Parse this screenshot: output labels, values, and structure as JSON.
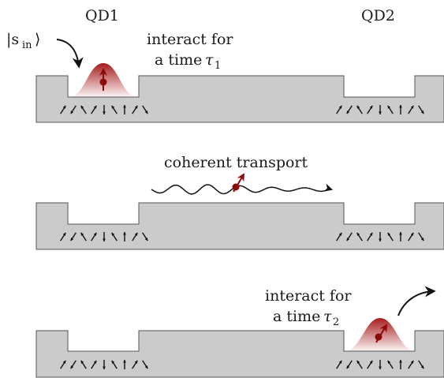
{
  "labels": {
    "qd1": "QD1",
    "qd2": "QD2",
    "input_state": "|s",
    "input_state_sub": "in",
    "input_state_close": "⟩",
    "panel1_line1": "interact for",
    "panel1_line2_prefix": "a time ",
    "panel1_tau": "τ",
    "panel1_sub": "1",
    "panel2_text": "coherent transport",
    "panel3_line1": "interact for",
    "panel3_line2_prefix": "a time ",
    "panel3_tau": "τ",
    "panel3_sub": "2"
  },
  "colors": {
    "substrate": "#cbcbcb",
    "wave_packet": "#a61c1c",
    "spin": "#8b0a0a",
    "arrow": "#111111"
  },
  "nuclear_spin_pattern": [
    "ne",
    "sw",
    "nw",
    "ne",
    "s",
    "nw",
    "n",
    "ne",
    "se"
  ]
}
